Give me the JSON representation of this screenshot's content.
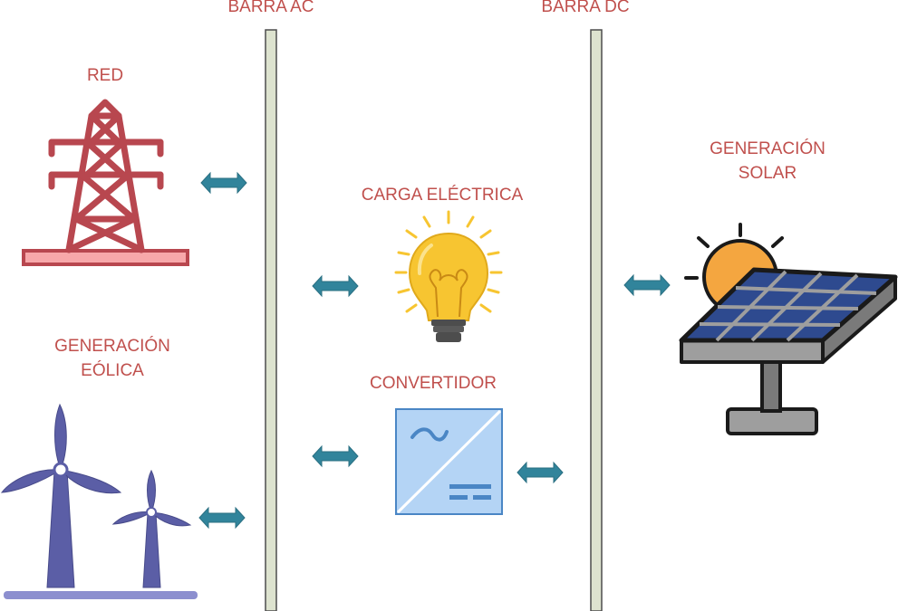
{
  "buses": {
    "ac": "BARRA AC",
    "dc": "BARRA DC"
  },
  "nodes": {
    "grid": "RED",
    "wind": [
      "GENERACIÓN",
      "EÓLICA"
    ],
    "load": "CARGA ELÉCTRICA",
    "converter": "CONVERTIDOR",
    "solar": [
      "GENERACIÓN",
      "SOLAR"
    ]
  },
  "icons": {
    "grid": "transmission-tower-icon",
    "wind": "wind-turbines-icon",
    "load": "light-bulb-icon",
    "converter": "ac-dc-converter-icon",
    "solar": "solar-panel-icon"
  },
  "colors": {
    "label": "#c0504d",
    "bus_fill": "#dde3cf",
    "bus_stroke": "#4d4d4d",
    "arrow": "#31849b",
    "tower": "#b8474f",
    "turbine": "#5b5ea6",
    "bulb": "#f7c531",
    "converter_fill": "#b4d4f5",
    "panel_cell": "#2e4a8f",
    "sun": "#f4a640"
  }
}
